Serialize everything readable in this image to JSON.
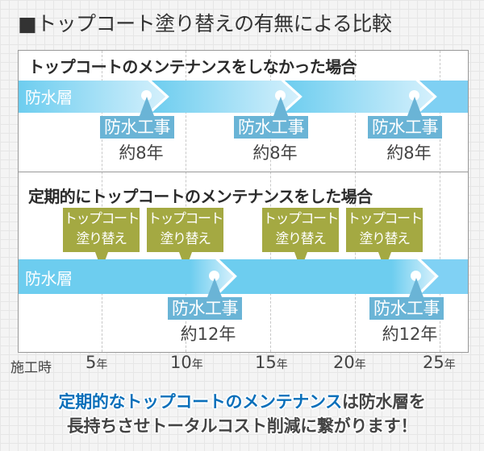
{
  "title": "■トップコート塗り替えの有無による比較",
  "section1": {
    "heading": "トップコートのメンテナンスをしなかった場合",
    "bar_label": "防水層",
    "events": [
      {
        "badge": "防水工事",
        "interval": "約8年"
      },
      {
        "badge": "防水工事",
        "interval": "約8年"
      },
      {
        "badge": "防水工事",
        "interval": "約8年"
      }
    ]
  },
  "section2": {
    "heading": "定期的にトップコートのメンテナンスをした場合",
    "bar_label": "防水層",
    "callouts": [
      {
        "line1": "トップコート",
        "line2": "塗り替え"
      },
      {
        "line1": "トップコート",
        "line2": "塗り替え"
      },
      {
        "line1": "トップコート",
        "line2": "塗り替え"
      },
      {
        "line1": "トップコート",
        "line2": "塗り替え"
      }
    ],
    "events": [
      {
        "badge": "防水工事",
        "interval": "約12年"
      },
      {
        "badge": "防水工事",
        "interval": "約12年"
      }
    ]
  },
  "axis": {
    "start_label": "施工時",
    "ticks": [
      {
        "num": "5",
        "unit": "年"
      },
      {
        "num": "10",
        "unit": "年"
      },
      {
        "num": "15",
        "unit": "年"
      },
      {
        "num": "20",
        "unit": "年"
      },
      {
        "num": "25",
        "unit": "年"
      }
    ]
  },
  "footer": {
    "line1_highlight": "定期的なトップコートのメンテナンス",
    "line1_rest": "は防水層を",
    "line2": "長持ちさせトータルコスト削減に繋がります！"
  },
  "colors": {
    "bar": "#6dcdef",
    "badge_blue": "#6ab4d6",
    "callout_green": "#a4a942",
    "highlight_blue": "#0a6fba"
  }
}
